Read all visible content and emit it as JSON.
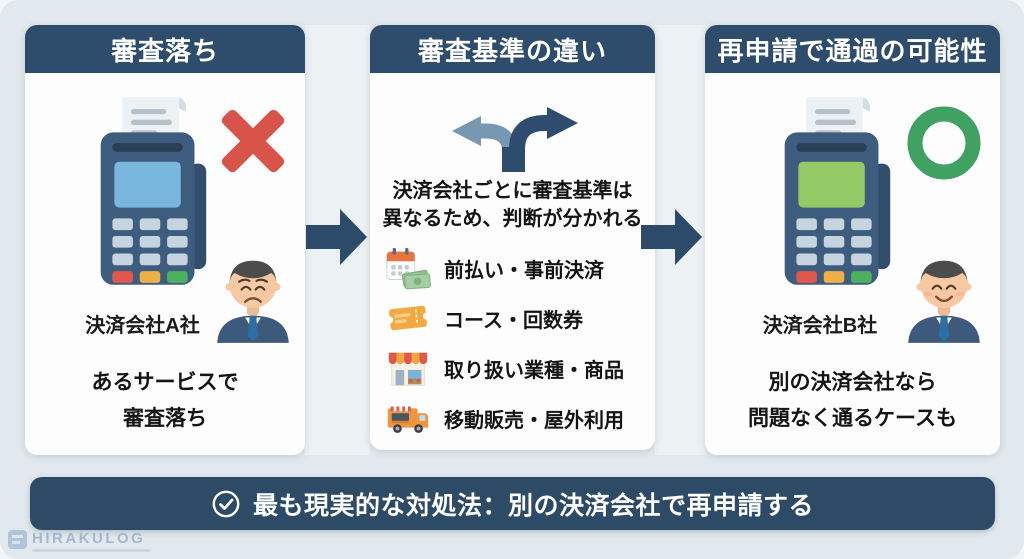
{
  "meta": {
    "type": "infographic",
    "language": "ja"
  },
  "colors": {
    "navy": "#2e4c6b",
    "background": "#e2e9ee",
    "panel": "#fdfdfe",
    "fail_red": "#d8544b",
    "pass_green": "#3fa162"
  },
  "panels": {
    "left": {
      "title": "審査落ち",
      "illustrations": [
        "payment-terminal",
        "x-mark",
        "sad-businessman"
      ],
      "terminal_label": "決済会社A社",
      "caption": [
        "あるサービスで",
        "審査落ち"
      ]
    },
    "middle": {
      "title": "審査基準の違い",
      "illustration": "fork-arrows",
      "description": [
        "決済会社ごとに審査基準は",
        "異なるため、判断が分かれる"
      ],
      "items": [
        {
          "icon": "calendar-money-icon",
          "label": "前払い・事前決済"
        },
        {
          "icon": "ticket-icon",
          "label": "コース・回数券"
        },
        {
          "icon": "storefront-icon",
          "label": "取り扱い業種・商品"
        },
        {
          "icon": "food-truck-icon",
          "label": "移動販売・屋外利用"
        }
      ]
    },
    "right": {
      "title": "再申請で通過の可能性",
      "illustrations": [
        "payment-terminal",
        "circle-mark",
        "happy-businessman"
      ],
      "terminal_label": "決済会社B社",
      "caption": [
        "別の決済会社なら",
        "問題なく通るケースも"
      ]
    }
  },
  "footer": {
    "icon": "check-circle-icon",
    "message": "最も現実的な対処法：別の決済会社で再申請する"
  },
  "watermark": {
    "text": "HIRAKULOG"
  }
}
